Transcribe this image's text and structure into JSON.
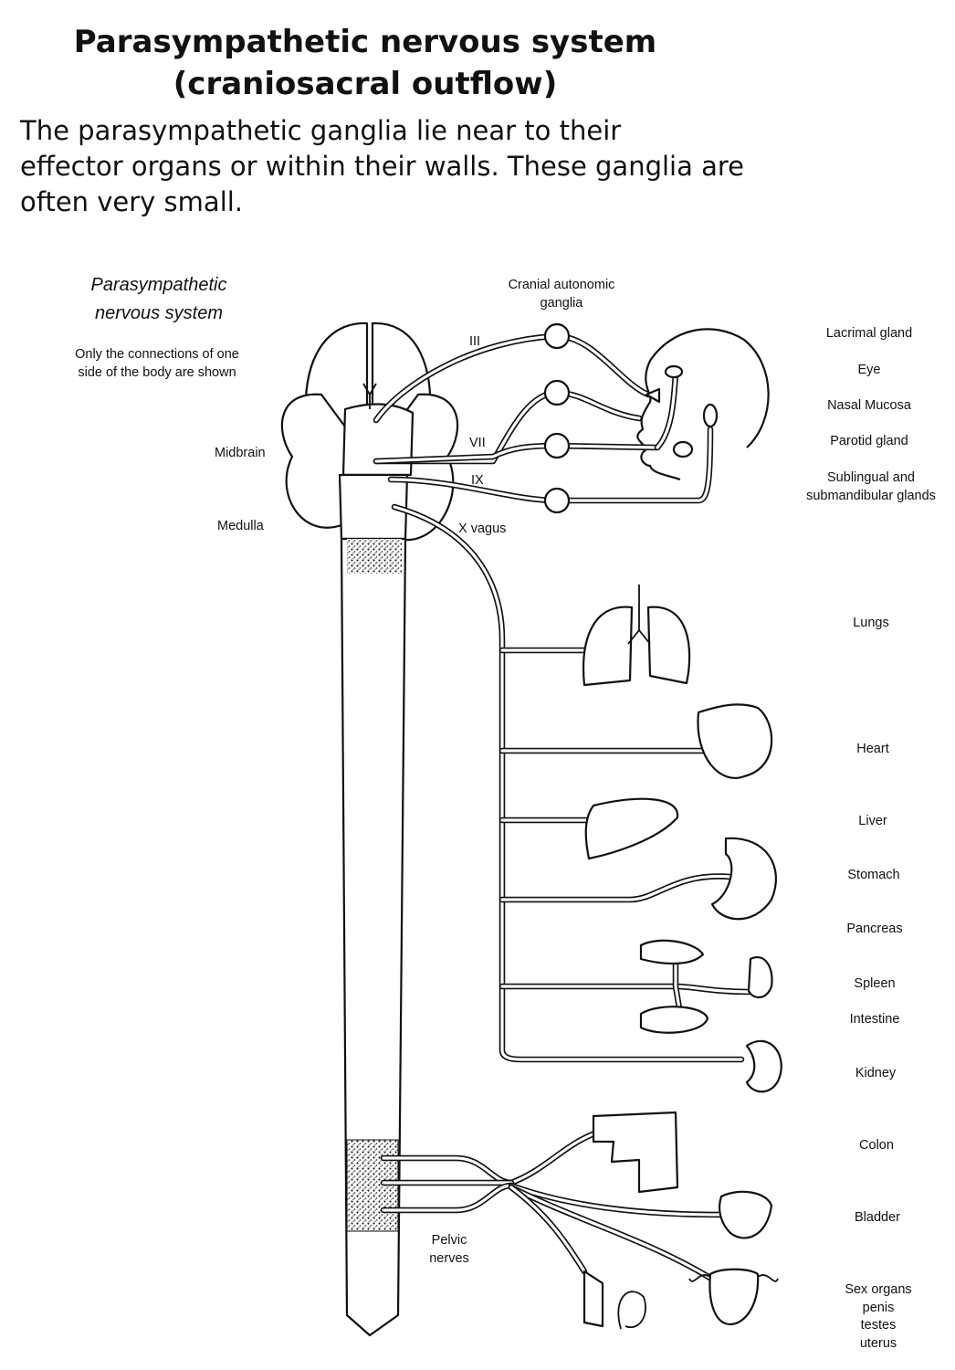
{
  "header": {
    "title_line1": "Parasympathetic nervous system",
    "title_line2": "(craniosacral outflow)",
    "intro_line1": "The parasympathetic ganglia lie near to their",
    "intro_line2": "effector organs or within their walls.  These ganglia are",
    "intro_line3": "often very small."
  },
  "figure": {
    "caption_line1": "Parasympathetic",
    "caption_line2": "nervous system",
    "note_line1": "Only the connections of one",
    "note_line2": "side of the body are shown",
    "ganglia_label_line1": "Cranial autonomic",
    "ganglia_label_line2": "ganglia",
    "midbrain": "Midbrain",
    "medulla": "Medulla",
    "nerve_iii": "III",
    "nerve_vii": "VII",
    "nerve_ix": "IX",
    "nerve_x": "X vagus",
    "pelvic_line1": "Pelvic",
    "pelvic_line2": "nerves"
  },
  "organs": {
    "lacrimal": "Lacrimal gland",
    "eye": "Eye",
    "nasal": "Nasal Mucosa",
    "parotid": "Parotid gland",
    "sublingual_line1": "Sublingual and",
    "sublingual_line2": "submandibular glands",
    "lungs": "Lungs",
    "heart": "Heart",
    "liver": "Liver",
    "stomach": "Stomach",
    "pancreas": "Pancreas",
    "spleen": "Spleen",
    "intestine": "Intestine",
    "kidney": "Kidney",
    "colon": "Colon",
    "bladder": "Bladder",
    "sex_line1": "Sex organs",
    "sex_line2": "penis",
    "sex_line3": "testes",
    "sex_line4": "uterus"
  }
}
